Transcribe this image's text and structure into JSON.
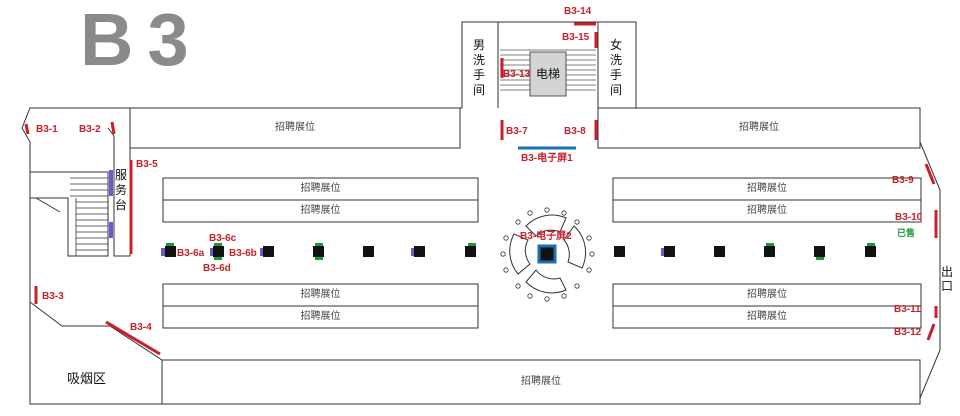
{
  "floor": {
    "title": "B3"
  },
  "areas": {
    "male_restroom": "男洗手间",
    "female_restroom": "女洗手间",
    "elevator": "电梯",
    "service_desk": "服务台",
    "smoking_area": "吸烟区",
    "exit": "出口"
  },
  "booths": {
    "top_left": "招聘展位",
    "top_right": "招聘展位",
    "mid_left_1": "招聘展位",
    "mid_left_2": "招聘展位",
    "mid_right_1": "招聘展位",
    "mid_right_2": "招聘展位",
    "low_left_1": "招聘展位",
    "low_left_2": "招聘展位",
    "low_right_1": "招聘展位",
    "low_right_2": "招聘展位",
    "bottom": "招聘展位"
  },
  "ad_spots": {
    "b3_1": "B3-1",
    "b3_2": "B3-2",
    "b3_3": "B3-3",
    "b3_4": "B3-4",
    "b3_5": "B3-5",
    "b3_6a": "B3-6a",
    "b3_6b": "B3-6b",
    "b3_6c": "B3-6c",
    "b3_6d": "B3-6d",
    "b3_7": "B3-7",
    "b3_8": "B3-8",
    "b3_9": "B3-9",
    "b3_10": "B3-10",
    "b3_11": "B3-11",
    "b3_12": "B3-12",
    "b3_13": "B3-13",
    "b3_14": "B3-14",
    "b3_15": "B3-15",
    "screen_1": "B3-电子屏1",
    "screen_2": "B3-电子屏2"
  },
  "status": {
    "b3_10": "已售"
  },
  "colors": {
    "ad_marker": "#c8202a",
    "screen_marker": "#1a6fb8",
    "sold": "#1a9a3a",
    "title": "#8a8a8a"
  }
}
